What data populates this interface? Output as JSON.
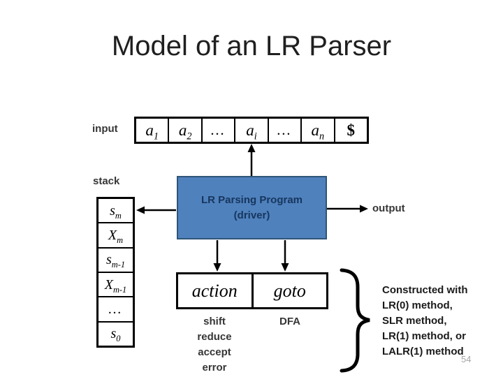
{
  "title": "Model of an LR Parser",
  "labels": {
    "input": "input",
    "stack": "stack",
    "output": "output"
  },
  "input_row": {
    "cells": [
      {
        "base": "a",
        "sub": "1"
      },
      {
        "base": "a",
        "sub": "2"
      },
      {
        "base": "…",
        "sub": ""
      },
      {
        "base": "a",
        "sub": "i"
      },
      {
        "base": "…",
        "sub": ""
      },
      {
        "base": "a",
        "sub": "n"
      },
      {
        "base": "$",
        "sub": ""
      }
    ]
  },
  "stack_box": {
    "cells": [
      {
        "base": "s",
        "sub": "m"
      },
      {
        "base": "X",
        "sub": "m"
      },
      {
        "base": "s",
        "sub": "m-1"
      },
      {
        "base": "X",
        "sub": "m-1"
      },
      {
        "base": "…",
        "sub": ""
      },
      {
        "base": "s",
        "sub": "0"
      }
    ]
  },
  "program": {
    "line1": "LR Parsing Program",
    "line2": "(driver)"
  },
  "tables": {
    "action": "action",
    "goto": "goto"
  },
  "action_outputs": [
    "shift",
    "reduce",
    "accept",
    "error"
  ],
  "goto_sublabel": "DFA",
  "annotation": {
    "lines": [
      "Constructed with",
      "LR(0) method,",
      "SLR method,",
      "LR(1) method, or",
      "LALR(1) method"
    ]
  },
  "page_number": "54",
  "colors": {
    "program_fill": "#4f81bd",
    "program_border": "#2f5578",
    "program_text": "#17365d",
    "label_text": "#363636",
    "page_number_text": "#a6a6a6"
  }
}
